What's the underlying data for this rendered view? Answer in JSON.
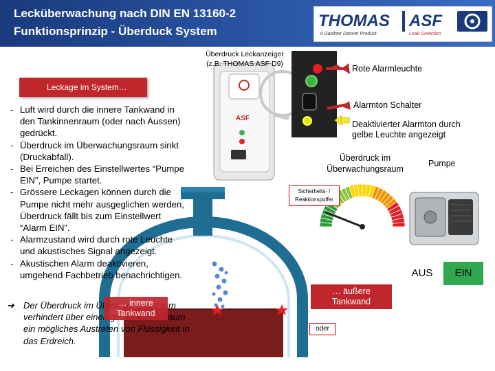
{
  "header": {
    "title_line1": "Lecküberwachung nach DIN EN 13160-2",
    "title_line2": "Funktionsprinzip -  Überduck System"
  },
  "logo": {
    "word_left": "THOMAS",
    "word_right": "ASF",
    "sub_left": "A Gardner Denver Product",
    "sub_right": "Leak Detection"
  },
  "leak_detector_label": {
    "line1": "Überdruck Leckanzeiger",
    "line2": "(z.B. THOMAS ASF D9)"
  },
  "labels": {
    "red_alarm_light": "Rote Alarmleuchte",
    "alarm_switch": "Alarmton Schalter",
    "deactivated_line1": "Deaktivierter Alarmton durch",
    "deactivated_line2": "gelbe Leuchte angezeigt",
    "overpressure_line1": "Überdruck im",
    "overpressure_line2": "Überwachungsraum",
    "pump": "Pumpe",
    "safety_line1": "Sicherheits- /",
    "safety_line2": "Reaktionspuffer",
    "aus": "AUS",
    "ein": "EIN",
    "outer_wall_line1": "… äußere",
    "outer_wall_line2": "Tankwand",
    "or": "oder",
    "inner_wall_line1": "… innere",
    "inner_wall_line2": "Tankwand"
  },
  "banner": "Leckage im System…",
  "bullets": [
    "Luft wird durch die innere Tankwand in den Tankinnenraum (oder nach Aussen) gedrückt.",
    "Überdruck im Überwachungsraum sinkt (Druckabfall).",
    "Bei Erreichen des Einstellwertes “Pumpe EIN”, Pumpe startet.",
    "Grössere Leckagen können durch die Pumpe nicht mehr ausgeglichen werden, Überdruck fällt bis zum Einstellwert “Alarm EIN”.",
    "Alarmzustand wird durch rote Leuchte und akustisches Signal angezeigt.",
    "Akustischen Alarm deaktivieren, umgehend Fachbetrieb benachrichtigen."
  ],
  "conclusion": {
    "arrow": "➔",
    "text": "Der Überdruck im Überwachungsraum verhindert über einen gewissen Zeitraum ein mögliches Austreten von Flüssigkeit in das Erdreich."
  },
  "gauge": {
    "colors": [
      "#2e9a3c",
      "#8cc63f",
      "#ffd400",
      "#f39200",
      "#e31e24"
    ],
    "needle_fraction": 0.12
  },
  "icons": {
    "device": "leak-detector-device-icon",
    "pump": "pump-icon",
    "tank": "double-wall-tank-icon",
    "leak_star": "leak-star-icon",
    "bubbles": "air-bubbles-icon"
  }
}
